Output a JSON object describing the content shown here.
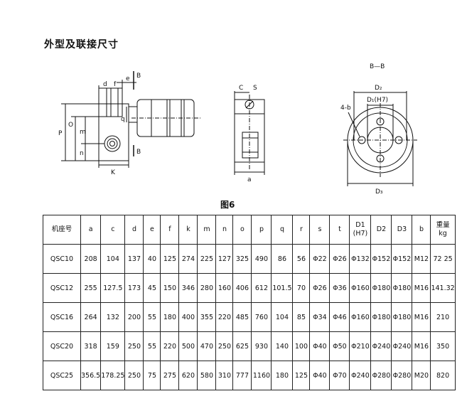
{
  "heading": "外型及联接尺寸",
  "figure": {
    "caption": "图6",
    "side_view_labels": {
      "B_top": "B",
      "B_bottom": "B",
      "d": "d",
      "f": "f",
      "e": "e",
      "P": "P",
      "O": "O",
      "m": "m",
      "n": "n",
      "q": "q",
      "K": "K"
    },
    "middle_view_labels": {
      "C": "C",
      "S": "S",
      "a": "a"
    },
    "section_view_labels": {
      "title": "B—B",
      "D2": "D₂",
      "D1": "D₁(H7)",
      "holes": "4-b",
      "D3": "D₃"
    }
  },
  "table": {
    "columns": [
      "机座号",
      "a",
      "c",
      "d",
      "e",
      "f",
      "k",
      "m",
      "n",
      "o",
      "p",
      "q",
      "r",
      "s",
      "t",
      "D1\n(H7)",
      "D2",
      "D3",
      "b",
      "重量\nkg"
    ],
    "rows": [
      [
        "QSC10",
        "208",
        "104",
        "137",
        "40",
        "125",
        "274",
        "225",
        "127",
        "325",
        "490",
        "86",
        "56",
        "Φ22",
        "Φ26",
        "Φ132",
        "Φ152",
        "Φ152",
        "M12",
        "72 25"
      ],
      [
        "QSC12",
        "255",
        "127.5",
        "173",
        "45",
        "150",
        "346",
        "280",
        "160",
        "406",
        "612",
        "101.5",
        "70",
        "Φ26",
        "Φ36",
        "Φ160",
        "Φ180",
        "Φ180",
        "M16",
        "141.32"
      ],
      [
        "QSC16",
        "264",
        "132",
        "200",
        "55",
        "180",
        "400",
        "355",
        "220",
        "485",
        "760",
        "104",
        "85",
        "Φ34",
        "Φ46",
        "Φ160",
        "Φ180",
        "Φ180",
        "M16",
        "210"
      ],
      [
        "QSC20",
        "318",
        "159",
        "250",
        "55",
        "220",
        "500",
        "470",
        "250",
        "625",
        "930",
        "140",
        "100",
        "Φ40",
        "Φ50",
        "Φ210",
        "Φ240",
        "Φ240",
        "M16",
        "350"
      ],
      [
        "QSC25",
        "356.5",
        "178.25",
        "250",
        "75",
        "275",
        "620",
        "580",
        "310",
        "777",
        "1160",
        "180",
        "125",
        "Φ40",
        "Φ70",
        "Φ240",
        "Φ280",
        "Φ280",
        "M20",
        "820"
      ]
    ]
  }
}
